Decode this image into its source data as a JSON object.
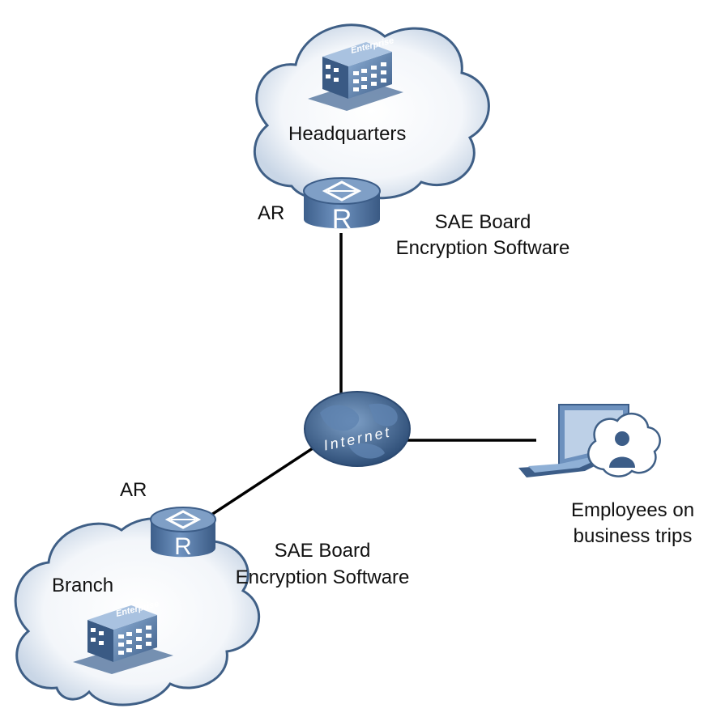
{
  "headquarters": {
    "label": "Headquarters",
    "building_sign": "Enterprise"
  },
  "branch": {
    "label": "Branch",
    "building_sign": "Enterprise"
  },
  "hq_router": {
    "label": "AR",
    "glyph": "R",
    "note_line1": "SAE Board",
    "note_line2": "Encryption Software"
  },
  "branch_router": {
    "label": "AR",
    "glyph": "R",
    "note_line1": "SAE Board",
    "note_line2": "Encryption Software"
  },
  "internet": {
    "label": "Internet"
  },
  "employees": {
    "label_line1": "Employees on",
    "label_line2": "business trips"
  },
  "colors": {
    "cloud_outline": "#3f5f86",
    "device_blue": "#5a7fae",
    "device_dark": "#3c5d88",
    "link": "#000000",
    "text": "#111111"
  }
}
